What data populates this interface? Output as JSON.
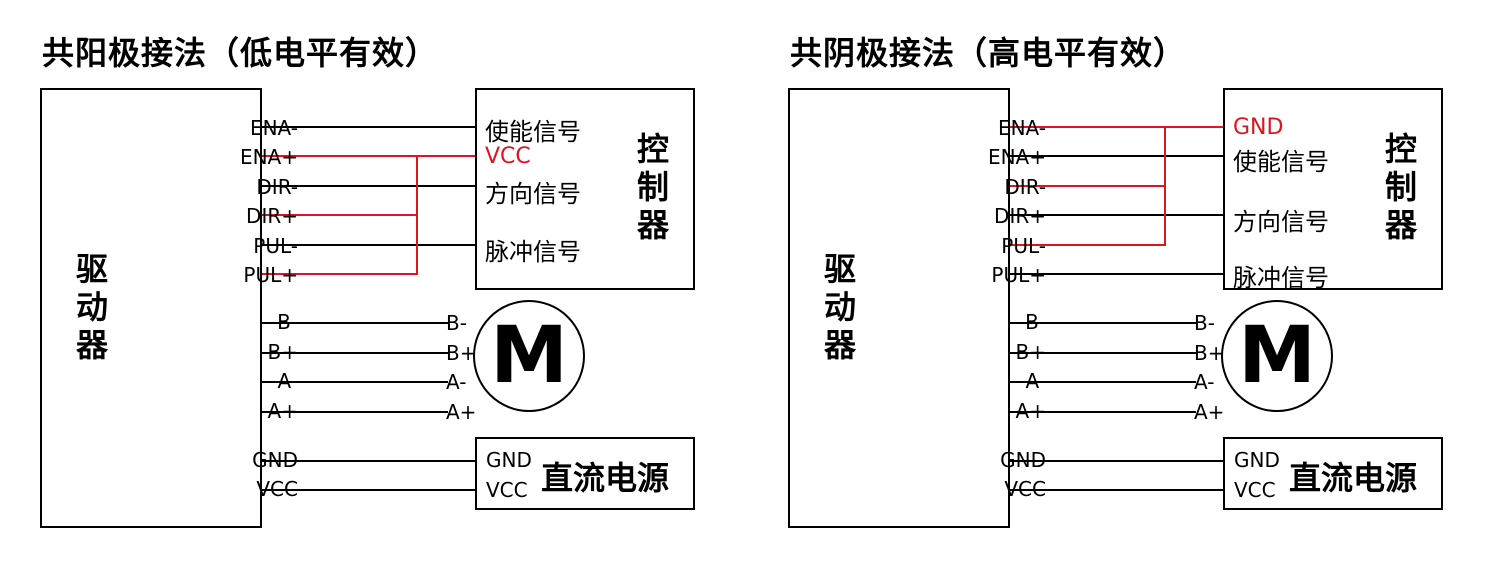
{
  "left": {
    "title": "共阳极接法（低电平有效）",
    "driver_label": [
      "驱",
      "动",
      "器"
    ],
    "driver_pins": [
      "ENA-",
      "ENA+",
      "DIR-",
      "DIR+",
      "PUL-",
      "PUL+"
    ],
    "motor_pins": [
      "B-",
      "B+",
      "A-",
      "A+"
    ],
    "power_pins": [
      "GND",
      "VCC"
    ],
    "controller_label": [
      "控",
      "制",
      "器"
    ],
    "controller_signals": [
      "使能信号",
      "VCC",
      "方向信号",
      "脉冲信号"
    ],
    "motor_letter": "M",
    "motor_pin_labels": [
      "B-",
      "B+",
      "A-",
      "A+"
    ],
    "psu_pins": [
      "GND",
      "VCC"
    ],
    "psu_title": "直流电源"
  },
  "right": {
    "title": "共阴极接法（高电平有效）",
    "driver_label": [
      "驱",
      "动",
      "器"
    ],
    "driver_pins": [
      "ENA-",
      "ENA+",
      "DIR-",
      "DIR+",
      "PUL-",
      "PUL+"
    ],
    "motor_pins": [
      "B-",
      "B+",
      "A-",
      "A+"
    ],
    "power_pins": [
      "GND",
      "VCC"
    ],
    "controller_label": [
      "控",
      "制",
      "器"
    ],
    "controller_signals": [
      "GND",
      "使能信号",
      "方向信号",
      "脉冲信号"
    ],
    "motor_letter": "M",
    "motor_pin_labels": [
      "B-",
      "B+",
      "A-",
      "A+"
    ],
    "psu_pins": [
      "GND",
      "VCC"
    ],
    "psu_title": "直流电源"
  },
  "colors": {
    "wire": "#000000",
    "common_wire": "#e0141e"
  }
}
